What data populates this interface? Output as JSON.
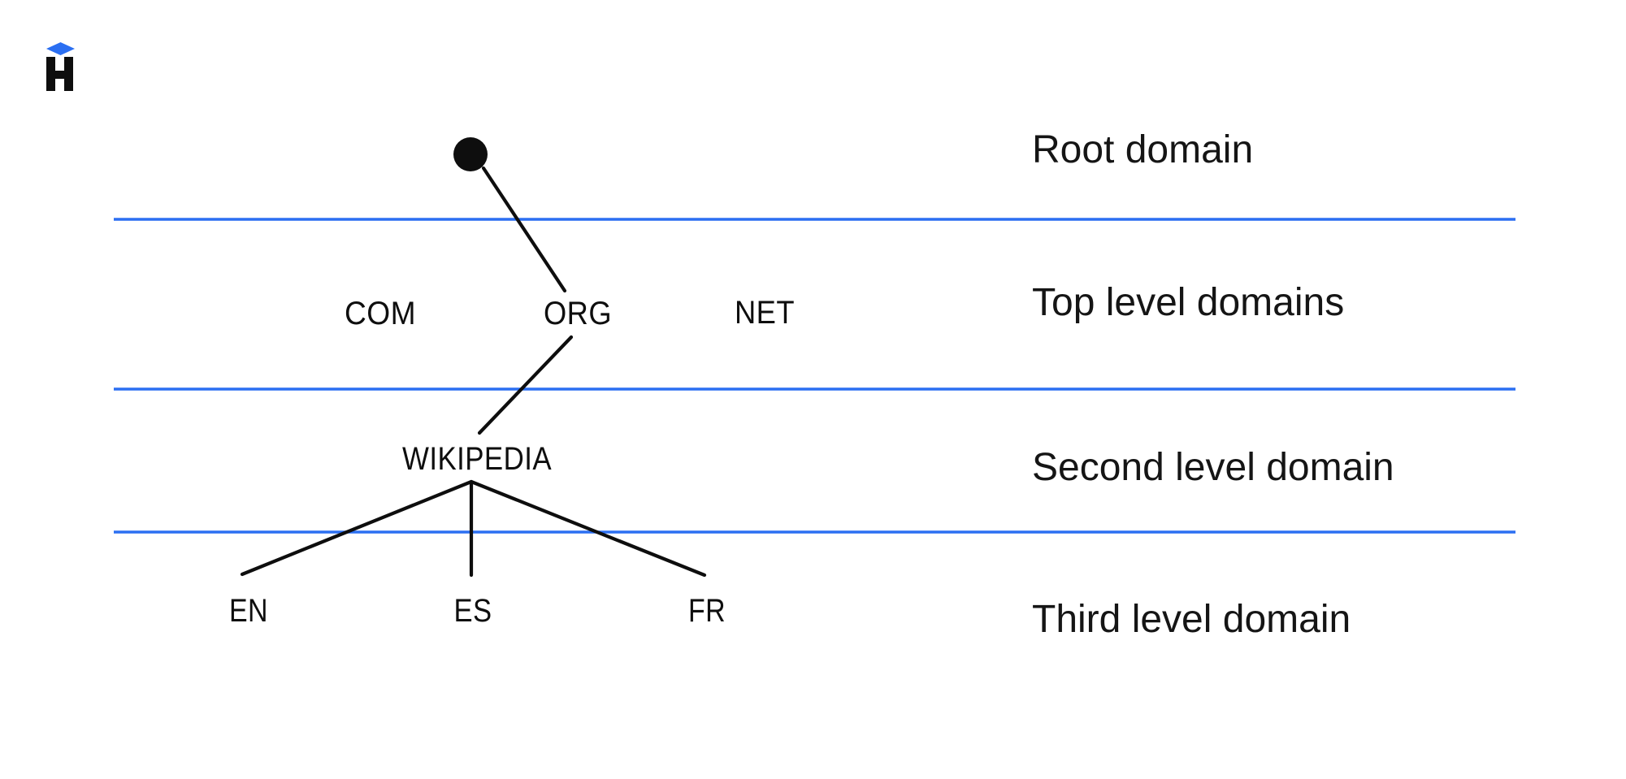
{
  "colors": {
    "background": "#ffffff",
    "accent_blue": "#2b6ff2",
    "ink": "#0e0e0e"
  },
  "logo": {
    "letter": "H"
  },
  "diagram": {
    "type": "tree",
    "levels": [
      {
        "label": "Root domain"
      },
      {
        "label": "Top level domains"
      },
      {
        "label": "Second level domain"
      },
      {
        "label": "Third level domain"
      }
    ],
    "nodes": {
      "tld": [
        "COM",
        "ORG",
        "NET"
      ],
      "second_level": "WIKIPEDIA",
      "third_level": [
        "EN",
        "ES",
        "FR"
      ]
    }
  }
}
